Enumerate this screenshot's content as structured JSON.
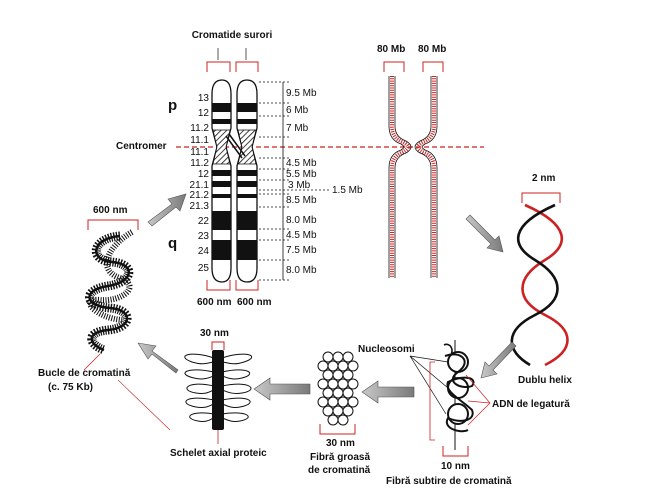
{
  "labels": {
    "sister_chromatids": "Cromatide surori",
    "centromere": "Centromer",
    "p_arm": "p",
    "q_arm": "q",
    "width_left": "600 nm",
    "width_right": "600 nm",
    "mb_left": "80 Mb",
    "mb_right": "80 Mb",
    "helix_width": "2 nm",
    "double_helix": "Dublu helix",
    "linker_dna": "ADN de legatură",
    "nucleosomes": "Nucleosomi",
    "thin_fiber_size": "10 nm",
    "thin_fiber": "Fibră subtire de cromatină",
    "thick_fiber_size": "30 nm",
    "thick_fiber_1": "Fibră groasă",
    "thick_fiber_2": "de cromatină",
    "scaffold_size": "30 nm",
    "scaffold": "Schelet axial proteic",
    "loops_1": "Bucle de cromatină",
    "loops_2": "(c. 75 Kb)",
    "loops_size": "600 nm"
  },
  "bands": [
    "13",
    "12",
    "11.2",
    "11.1",
    "11.1",
    "11.2",
    "12",
    "21.1",
    "21.2",
    "21.3",
    "22",
    "23",
    "24",
    "25"
  ],
  "sizes": [
    "9.5 Mb",
    "6 Mb",
    "7 Mb",
    "4.5 Mb",
    "5.5 Mb",
    "3 Mb",
    "1.5 Mb",
    "8.5 Mb",
    "8.0 Mb",
    "4.5 Mb",
    "7.5 Mb",
    "8.0 Mb"
  ],
  "colors": {
    "accent": "#cc2222",
    "line": "#111111",
    "arrow": "#888888"
  }
}
